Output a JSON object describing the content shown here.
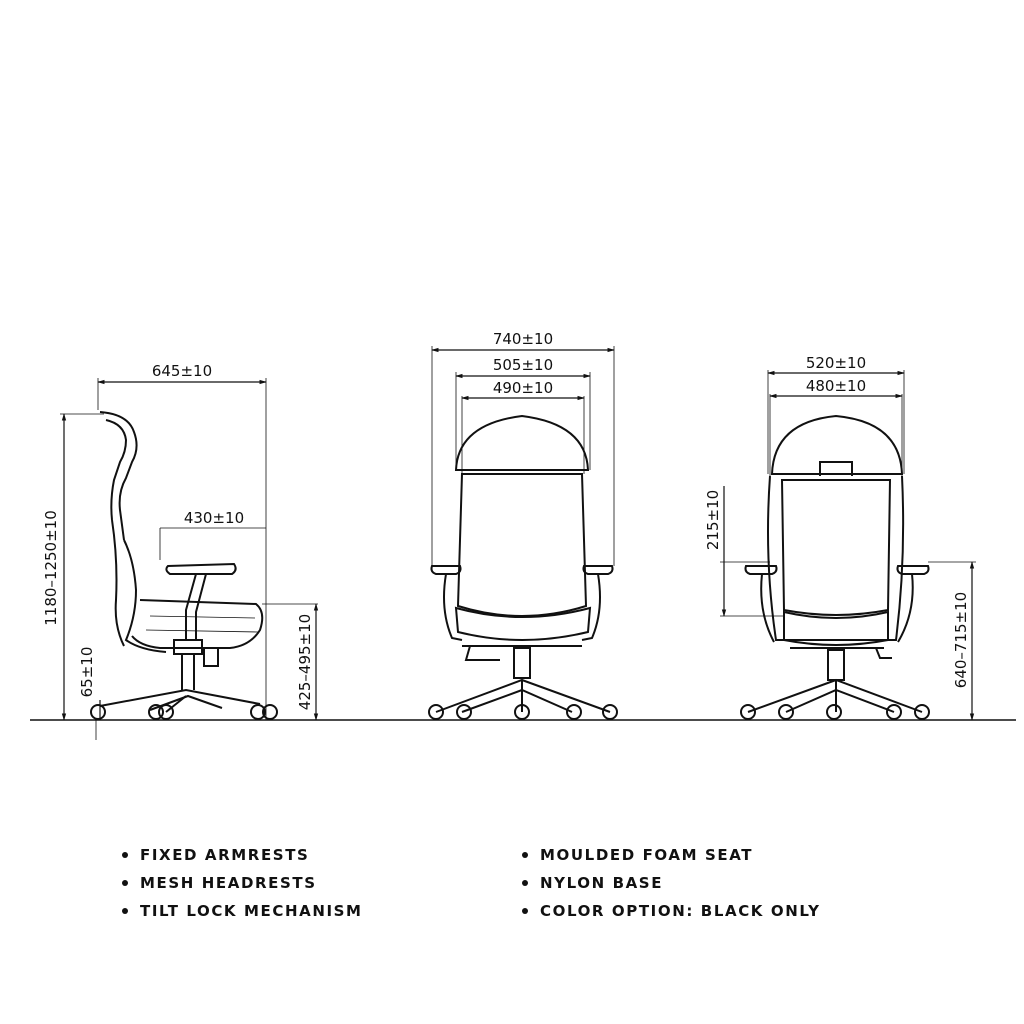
{
  "side_view": {
    "depth": "645±10",
    "seat_depth": "430±10",
    "overall_height": "1180–1250±10",
    "floor_clearance": "65±10",
    "seat_height": "425–495±10"
  },
  "front_view": {
    "overall_width": "740±10",
    "arm_inner_width": "505±10",
    "seat_width": "490±10"
  },
  "back_view": {
    "back_width": "520±10",
    "back_inner_width": "480±10",
    "armrest_height": "215±10",
    "arm_height": "640–715±10"
  },
  "features_left": [
    "FIXED ARMRESTS",
    "MESH HEADRESTS",
    "TILT LOCK MECHANISM"
  ],
  "features_right": [
    "MOULDED FOAM SEAT",
    "NYLON BASE",
    "COLOR OPTION: BLACK ONLY"
  ]
}
